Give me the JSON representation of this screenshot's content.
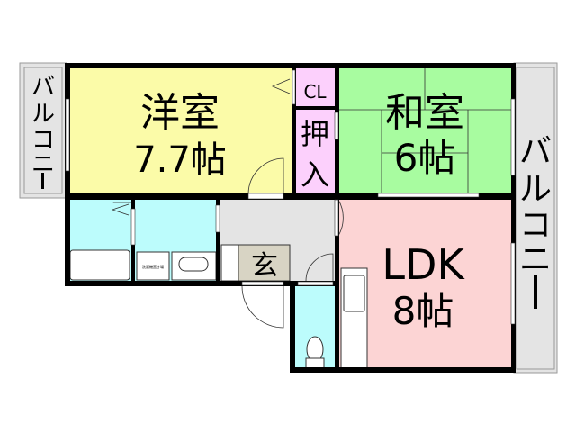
{
  "rooms": {
    "western": {
      "name": "洋室",
      "size": "7.7帖"
    },
    "japanese": {
      "name": "和室",
      "size": "6帖"
    },
    "ldk": {
      "name": "LDK",
      "size": "8帖"
    },
    "closet": "CL",
    "oshiire": {
      "line1": "押",
      "line2": "入"
    },
    "entrance": "玄",
    "washer": "洗濯機置き場"
  },
  "balcony_left": [
    "バ",
    "ル",
    "コ",
    "ニ",
    "ー"
  ],
  "balcony_right": [
    "バ",
    "ル",
    "コ",
    "ニ",
    "ー"
  ],
  "colors": {
    "western": "#fbfba8",
    "japanese": "#a8fca0",
    "ldk": "#fcd4d4",
    "closet": "#fcd0fc",
    "wet": "#bcfcfc",
    "hall": "#e4e4e4",
    "entrance": "#d8d4c4",
    "balcony": "#e4e4e4"
  }
}
